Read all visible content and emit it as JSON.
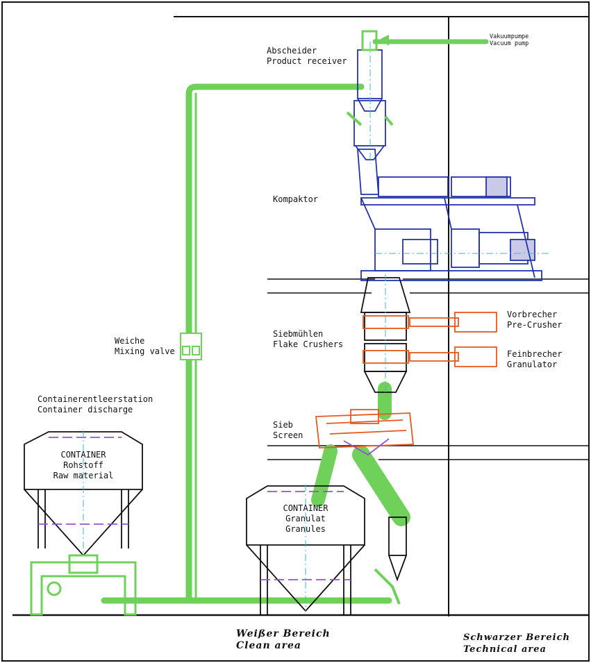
{
  "labels": {
    "abscheider": [
      "Abscheider",
      "Product receiver"
    ],
    "vakuumpumpe": [
      "Vakuumpumpe",
      "Vacuum pump"
    ],
    "kompaktor": "Kompaktor",
    "vorbrecher": [
      "Vorbrecher",
      "Pre-Crusher"
    ],
    "feinbrecher": [
      "Feinbrecher",
      "Granulator"
    ],
    "siebmuehlen": [
      "Siebmühlen",
      "Flake Crushers"
    ],
    "weiche": [
      "Weiche",
      "Mixing valve"
    ],
    "containerentleer": [
      "Containerentleerstation",
      "Container discharge"
    ],
    "sieb": [
      "Sieb",
      "Screen"
    ],
    "container_raw": [
      "CONTAINER",
      "Rohstoff",
      "Raw material"
    ],
    "container_granules": [
      "CONTAINER",
      "Granulat",
      "Granules"
    ]
  },
  "areas": {
    "clean": [
      "Weißer Bereich",
      "Clean area"
    ],
    "technical": [
      "Schwarzer Bereich",
      "Technical area"
    ]
  },
  "colors": {
    "pipe": "#6fd15a",
    "equipment": "#2233aa",
    "crusher": "#e8581e",
    "outline": "#111111",
    "dash": "#9a4fd0",
    "centerline": "#41b6c4"
  }
}
